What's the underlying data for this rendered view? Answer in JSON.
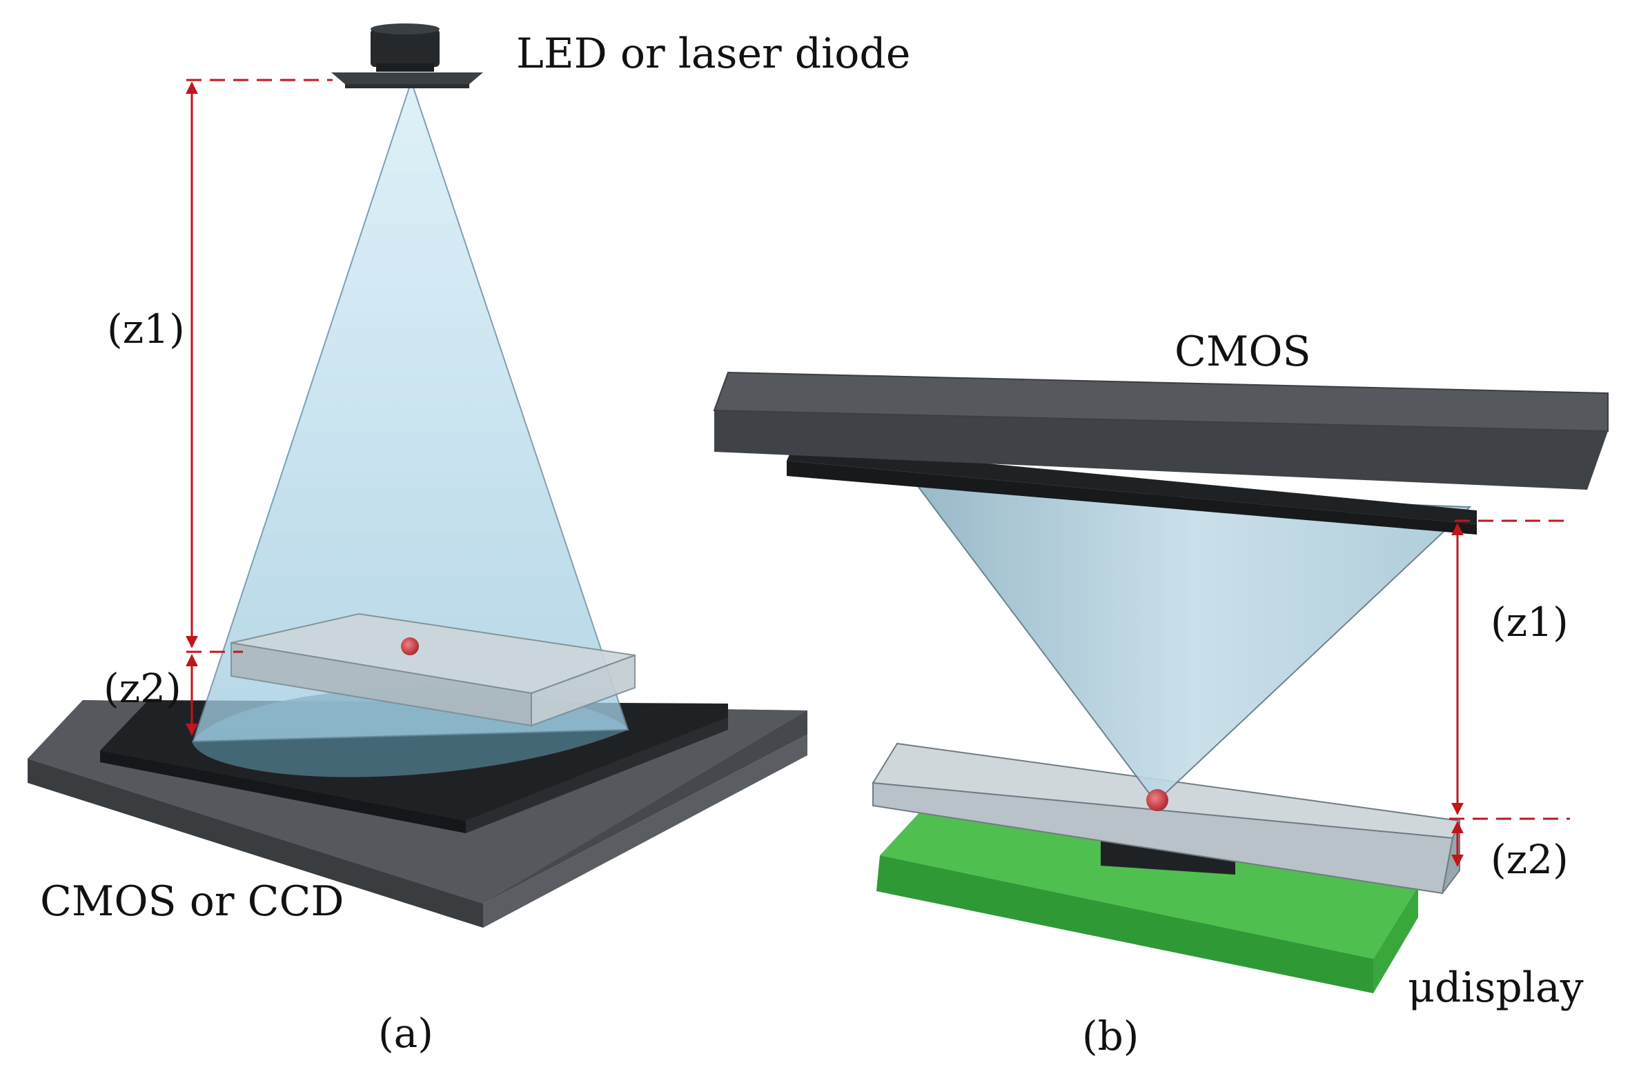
{
  "panel_a": {
    "source_label": "LED or laser diode",
    "sensor_label": "CMOS or CCD",
    "z1_label": "(z1)",
    "z2_label": "(z2)",
    "caption": "(a)"
  },
  "panel_b": {
    "sensor_label": "CMOS",
    "display_label": "μdisplay",
    "z1_label": "(z1)",
    "z2_label": "(z2)",
    "caption": "(b)"
  },
  "colors": {
    "sensor_gray": "#4f5357",
    "sensor_chip": "#1f2225",
    "beam": "#a9d3e6",
    "slide": "#b8c2c8",
    "sample_dot": "#c8373c",
    "dimension_red": "#c0161c",
    "pcb_green": "#3caf3f"
  }
}
